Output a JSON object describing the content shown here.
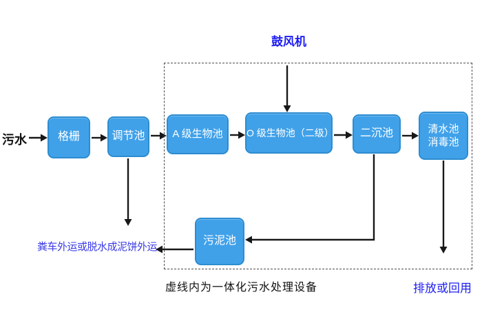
{
  "diagram": {
    "influent_label": "污水",
    "blower_label": "鼓风机",
    "sludge_disposal_label": "粪车外运或脱水成泥饼外运",
    "boundary_caption": "虚线内为一体化污水处理设备",
    "effluent_label": "排放或回用"
  },
  "nodes": {
    "grid": "格栅",
    "regulating_tank": "调节池",
    "a_bio_tank": "A 级生物池",
    "o_bio_tank": "O 级生物池（二级）",
    "secondary_sedimentation_tank": "二沉池",
    "clear_water_tank_line1": "清水池",
    "clear_water_tank_line2": "消毒池",
    "sludge_tank": "污泥池"
  },
  "flow_edges": [
    "污水 → 格栅",
    "格栅 → 调节池",
    "调节池 → A 级生物池",
    "A 级生物池 → O 级生物池（二级）",
    "O 级生物池（二级） → 二沉池",
    "二沉池 → 清水池消毒池",
    "鼓风机 → O 级生物池（二级）",
    "调节池 → (下排)",
    "二沉池 → 污泥池",
    "污泥池 → 粪车外运或脱水成泥饼外运",
    "清水池消毒池 → 排放或回用"
  ],
  "colors": {
    "node_fill": "#40a1e9",
    "node_border": "#2d8cd0",
    "node_text": "#ffffff",
    "arrow": "#181818",
    "boundary": "#4a4a4a",
    "blue_text": "#1d1df2",
    "sludge_text": "#3a3ae8",
    "black_text": "#111111"
  }
}
